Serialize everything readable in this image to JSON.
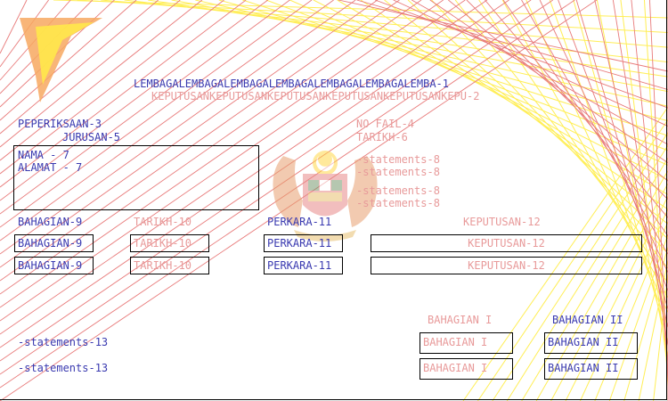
{
  "header": {
    "line1": "LEMBAGALEMBAGALEMBAGALEMBAGALEMBAGALEMBAGALEMBA-1",
    "line2": "KEPUTUSANKEPUTUSANKEPUTUSANKEPUTUSANKEPUTUSANKEPU-2"
  },
  "meta": {
    "peperiksaan": "PEPERIKSAAN-3",
    "jurusan": "JURUSAN-5",
    "no_fail": "NO FAIL-4",
    "tarikh": "TARIKH-6"
  },
  "candidate": {
    "nama": "NAMA - 7",
    "alamat": "ALAMAT - 7"
  },
  "statements_right": [
    "-statements-8",
    "-statements-8",
    "-statements-8",
    "-statements-8"
  ],
  "table1": {
    "headers": [
      "BAHAGIAN-9",
      "TARIKH-10",
      "PERKARA-11",
      "KEPUTUSAN-12"
    ],
    "rows": [
      [
        "BAHAGIAN-9",
        "TARIKH-10",
        "PERKARA-11",
        "KEPUTUSAN-12"
      ],
      [
        "BAHAGIAN-9",
        "TARIKH-10",
        "PERKARA-11",
        "KEPUTUSAN-12"
      ]
    ]
  },
  "table2": {
    "headers": [
      "BAHAGIAN I",
      "BAHAGIAN II"
    ],
    "rows": [
      {
        "statement": "-statements-13",
        "cells": [
          "BAHAGIAN I",
          "BAHAGIAN II"
        ]
      },
      {
        "statement": "-statements-13",
        "cells": [
          "BAHAGIAN I",
          "BAHAGIAN II"
        ]
      }
    ]
  },
  "colors": {
    "blue_text": "#3a3ab0",
    "pink_text": "#e89a9a",
    "red_lines": "#e87a7a",
    "yellow_lines": "#ffee55",
    "corner_orange": "#f7a860",
    "corner_yellow": "#ffe84a"
  },
  "emblem": "malaysia-coat-of-arms-watermark"
}
